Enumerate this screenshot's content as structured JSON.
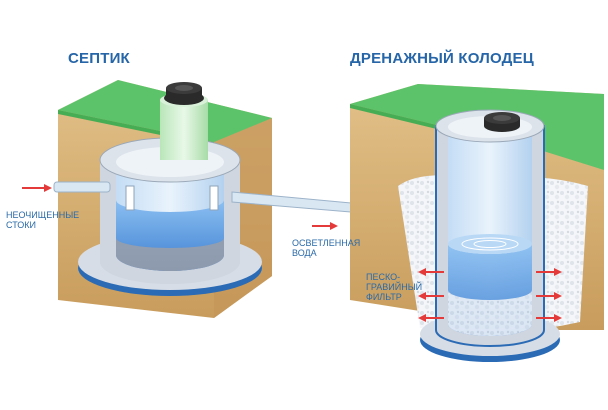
{
  "titles": {
    "septic": "СЕПТИК",
    "well": "ДРЕНАЖНЫЙ КОЛОДЕЦ"
  },
  "labels": {
    "untreated": "НЕОЧИЩЕННЫЕ СТОКИ",
    "clarified": "ОСВЕТЛЕННАЯ ВОДА",
    "filter": "ПЕСКО-ГРАВИЙНЫЙ ФИЛЬТР"
  },
  "colors": {
    "grass": "#5cc36a",
    "soil": "#d6b27a",
    "concrete": "#cfd6e0",
    "water": "#6aa6e6",
    "pipe": "#d9e7f3",
    "arrow": "#e53a3a",
    "text": "#2565a8"
  }
}
